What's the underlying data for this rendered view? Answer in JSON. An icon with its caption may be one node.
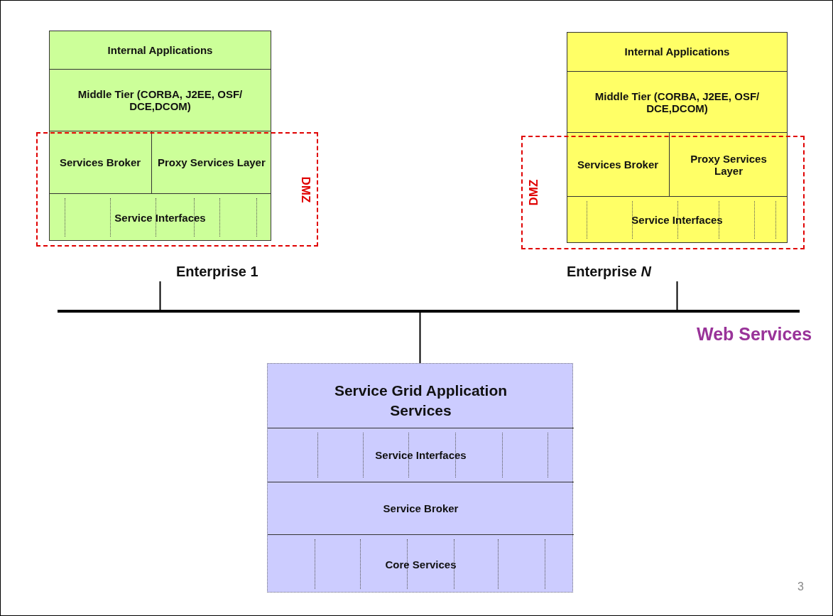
{
  "diagram": {
    "nodes": [
      {
        "text": [
          "Enterprise 1"
        ]
      },
      {
        "text": [
          "Internal Applications"
        ],
        "in": 0
      },
      {
        "text": [
          "Middle Tier (CORBA, J2EE, OSF/ DCE,DCOM)"
        ],
        "in": 0
      },
      {
        "text": [
          "DMZ"
        ]
      },
      {
        "text": [
          "Services Broker"
        ]
      },
      {
        "text": [
          "Proxy Services Layer"
        ]
      },
      {
        "text": [
          "Service Interfaces"
        ]
      },
      {
        "text": [
          "Enterprise *N*"
        ]
      },
      {
        "text": [
          "Internal Applications"
        ],
        "in": 7
      },
      {
        "text": [
          "Middle Tier (CORBA, J2EE, OSF/ DCE,DCOM)"
        ],
        "in": 7
      },
      {
        "text": [
          "DMZ"
        ]
      },
      {
        "text": [
          "Services Broker"
        ]
      },
      {
        "text": [
          "Proxy Services Layer"
        ]
      },
      {
        "text": [
          "Service Interfaces"
        ]
      },
      {
        "text": [],
        "shape": "bar"
      },
      {
        "text": [
          "Service Grid Application Services"
        ]
      },
      {
        "text": [
          "Service Interfaces"
        ],
        "in": 15
      },
      {
        "text": [
          "Service Broker"
        ],
        "in": 15
      },
      {
        "text": [
          "Core Services"
        ],
        "in": 15
      }
    ],
    "edges": [
      {
        "from": 0,
        "to": 14,
        "arrow": "none"
      },
      {
        "from": 7,
        "to": 14,
        "arrow": "none"
      },
      {
        "from": 15,
        "to": 14,
        "arrow": "none"
      }
    ],
    "labels": [
      "Web Services",
      "3"
    ]
  }
}
